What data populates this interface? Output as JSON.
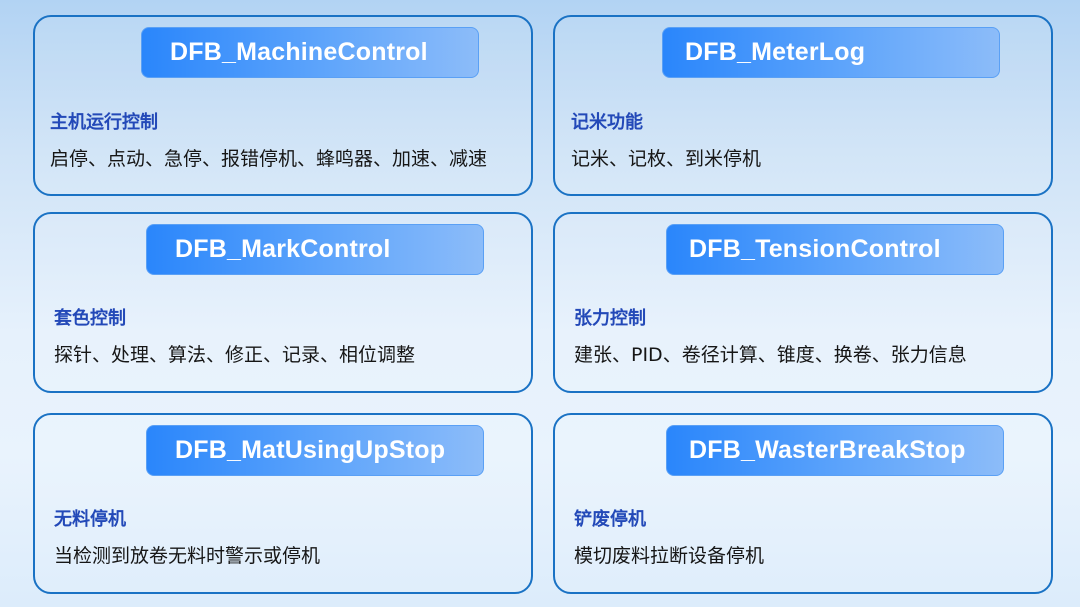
{
  "theme": {
    "card_border_color": "#1a72c4",
    "pill_gradient_start": "#2a86fb",
    "pill_gradient_end": "#8cbcf9",
    "heading_color": "#2349b8",
    "text_color": "#161616"
  },
  "modules": [
    {
      "block_name": "DFB_MachineControl",
      "heading": "主机运行控制",
      "description": "启停、点动、急停、报错停机、蜂鸣器、加速、减速"
    },
    {
      "block_name": "DFB_MeterLog",
      "heading": "记米功能",
      "description": "记米、记枚、到米停机"
    },
    {
      "block_name": "DFB_MarkControl",
      "heading": "套色控制",
      "description": "探针、处理、算法、修正、记录、相位调整"
    },
    {
      "block_name": "DFB_TensionControl",
      "heading": "张力控制",
      "description": "建张、PID、卷径计算、锥度、换卷、张力信息"
    },
    {
      "block_name": "DFB_MatUsingUpStop",
      "heading": "无料停机",
      "description": "当检测到放卷无料时警示或停机"
    },
    {
      "block_name": "DFB_WasterBreakStop",
      "heading": "铲废停机",
      "description": "模切废料拉断设备停机"
    }
  ]
}
